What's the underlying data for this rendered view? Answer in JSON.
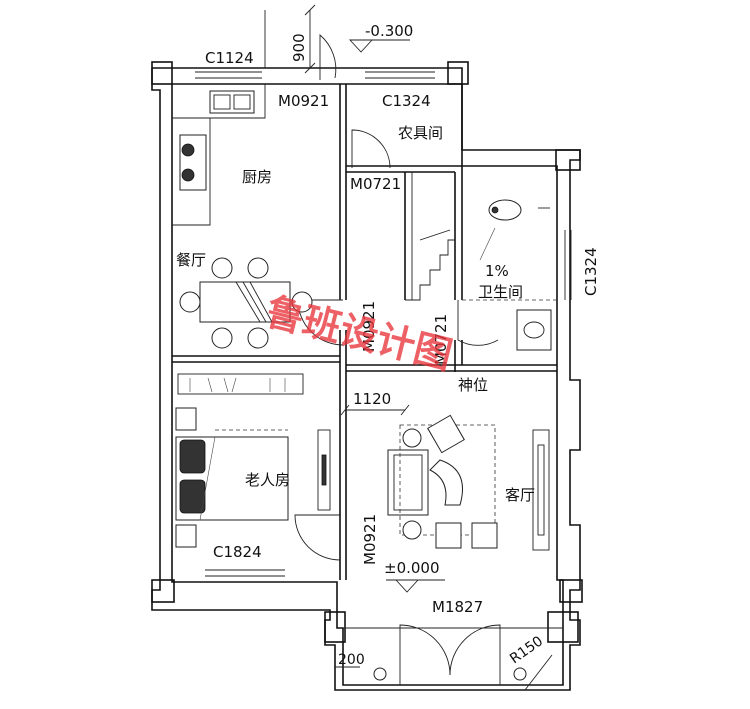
{
  "rooms": {
    "kitchen": "厨房",
    "dining": "餐厅",
    "tool_room": "农具间",
    "bathroom": "卫生间",
    "elderly_room": "老人房",
    "living_room": "客厅",
    "shrine": "神位"
  },
  "windows": {
    "c1124": "C1124",
    "c1324_top": "C1324",
    "c1324_side": "C1324",
    "c1824": "C1824"
  },
  "doors": {
    "m0921_kitchen": "M0921",
    "m0721_tool": "M0721",
    "m0921_hall": "M0921",
    "m0721_bath": "M0721",
    "m0921_bedroom": "M0921",
    "m1827_main": "M1827"
  },
  "dimensions": {
    "d900": "900",
    "d1120": "1120",
    "d200": "200",
    "r150": "R150"
  },
  "elevations": {
    "outdoor": "-0.300",
    "floor": "±0.000"
  },
  "slope": "1%",
  "watermark": "鲁班设计图",
  "colors": {
    "line": "#111111",
    "watermark": "#e8343b"
  }
}
